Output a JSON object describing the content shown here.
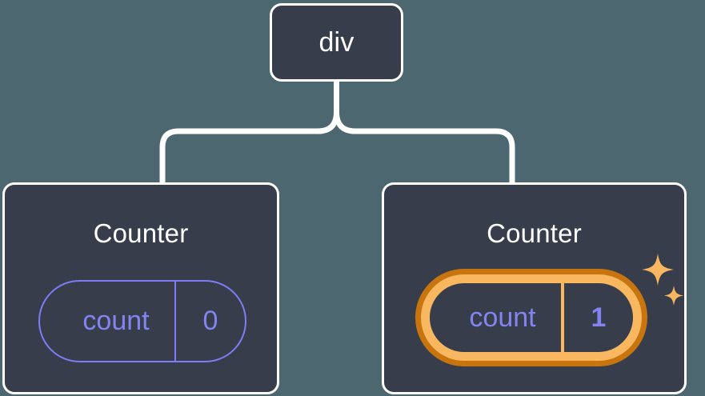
{
  "diagram": {
    "type": "component-tree",
    "background_color": "#4d6770",
    "node_fill_color": "#373d4b",
    "node_border_color": "#ffffff",
    "connector_color": "#ffffff",
    "state_accent_color": "#8484f0",
    "highlight_outer_color": "#c8750f",
    "highlight_inner_color": "#f9b75f",
    "root": {
      "label": "div"
    },
    "children": [
      {
        "title": "Counter",
        "state": {
          "key": "count",
          "value": "0",
          "highlighted": false
        }
      },
      {
        "title": "Counter",
        "state": {
          "key": "count",
          "value": "1",
          "highlighted": true
        },
        "decoration": "sparkles-icon"
      }
    ]
  }
}
